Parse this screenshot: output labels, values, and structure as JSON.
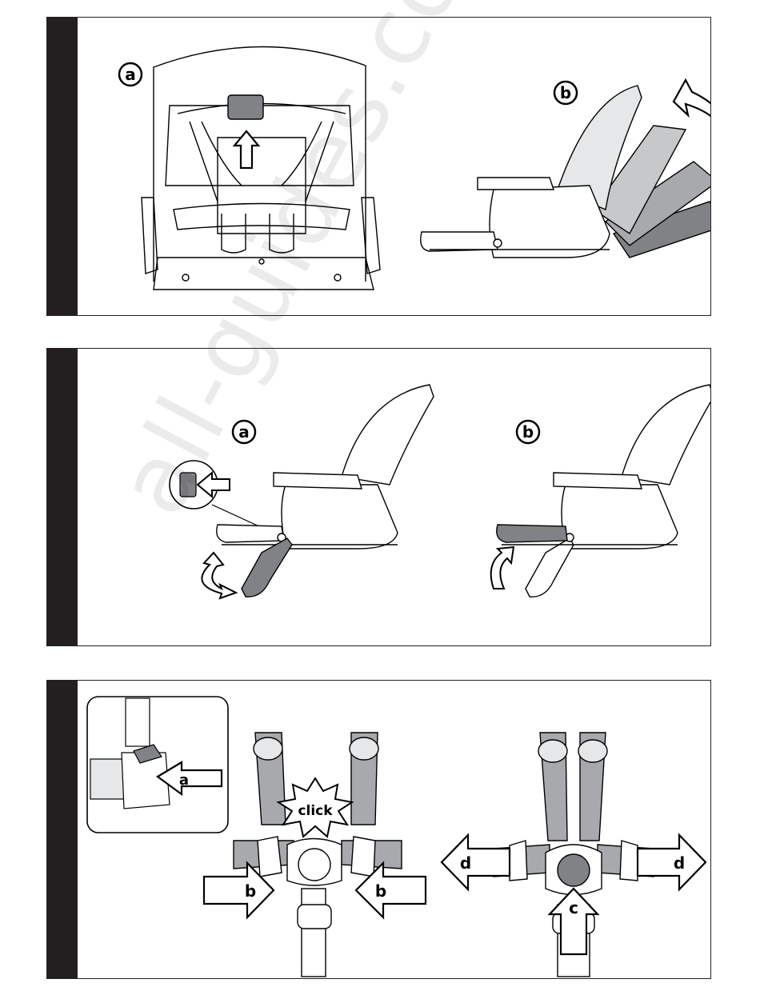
{
  "panel1": {
    "label_a": "a",
    "label_b": "b"
  },
  "panel2": {
    "label_a": "a",
    "label_b": "b"
  },
  "panel3": {
    "inset_label": "a",
    "click_text": "click",
    "label_b_left": "b",
    "label_b_right": "b",
    "label_c": "c",
    "label_d_left": "d",
    "label_d_right": "d"
  },
  "watermark": "all-guides.com",
  "colors": {
    "sidebar": "#231f20",
    "shade": "#a7a9ac",
    "dark_shade": "#808285"
  }
}
